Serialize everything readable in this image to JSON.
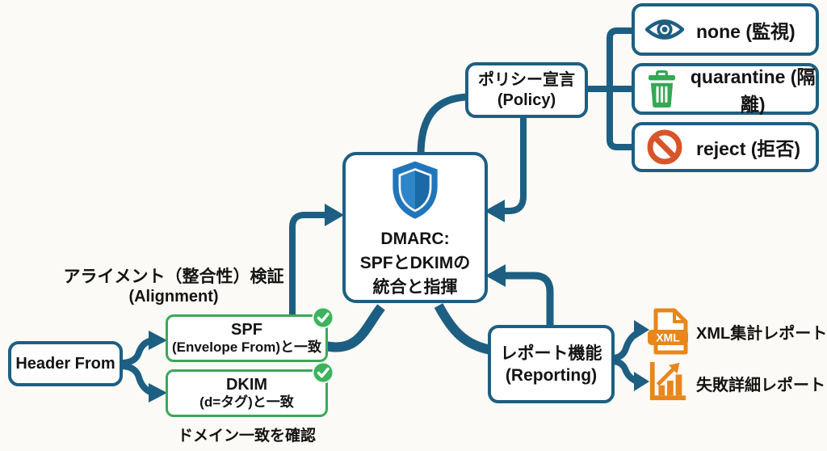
{
  "diagram": {
    "background": "#fbfaf6",
    "accent_blue": "#1d5f82",
    "green": "#34a853",
    "orange": "#e8861c",
    "alert_orange": "#d8552a"
  },
  "center": {
    "icon": "shield-icon",
    "title_lines": [
      "DMARC:",
      "SPFとDKIMの",
      "統合と指揮"
    ]
  },
  "policy": {
    "title_ja": "ポリシー宣言",
    "title_en": "(Policy)",
    "options": [
      {
        "icon": "eye-icon",
        "label": "none (監視)"
      },
      {
        "icon": "trash-icon",
        "label": "quarantine (隔離)"
      },
      {
        "icon": "prohibition-icon",
        "label": "reject (拒否)"
      }
    ]
  },
  "alignment": {
    "heading_ja": "アライメント（整合性）検証",
    "heading_en": "(Alignment)",
    "source_label": "Header From",
    "checks": [
      {
        "title": "SPF",
        "subtitle": "(Envelope From)と一致",
        "status_icon": "check-circle-icon"
      },
      {
        "title": "DKIM",
        "subtitle": "(d=タグ)と一致",
        "status_icon": "check-circle-icon"
      }
    ],
    "note": "ドメイン一致を確認"
  },
  "reporting": {
    "title_ja": "レポート機能",
    "title_en": "(Reporting)",
    "xml_badge": "XML",
    "outputs": [
      {
        "icon": "xml-file-icon",
        "label": "XML集計レポート"
      },
      {
        "icon": "bar-chart-icon",
        "label": "失敗詳細レポート"
      }
    ]
  }
}
